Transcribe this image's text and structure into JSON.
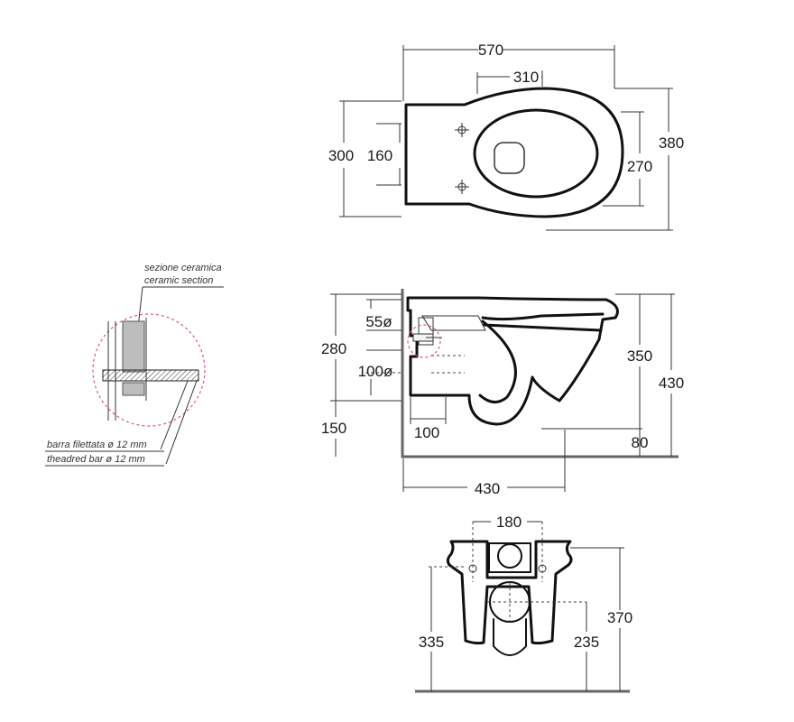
{
  "top_view": {
    "width_total": "570",
    "seat_width": "310",
    "depth_left": "300",
    "hole_spacing": "160",
    "depth_right_inner": "270",
    "depth_right_outer": "380"
  },
  "side_view": {
    "inlet_diam": "55ø",
    "inlet_height": "280",
    "outlet_diam": "100ø",
    "floor_to_outlet": "150",
    "outlet_offset": "100",
    "bowl_height": "350",
    "total_height": "430",
    "rim_gap": "80",
    "projection": "430"
  },
  "front_view": {
    "bolt_spacing": "180",
    "left_height": "335",
    "outlet_height": "235",
    "total_height": "370"
  },
  "detail": {
    "label_it_1": "sezione ceramica",
    "label_en_1": "ceramic section",
    "label_it_2": "barra filettata ø 12 mm",
    "label_en_2": "theadred bar ø 12 mm"
  }
}
